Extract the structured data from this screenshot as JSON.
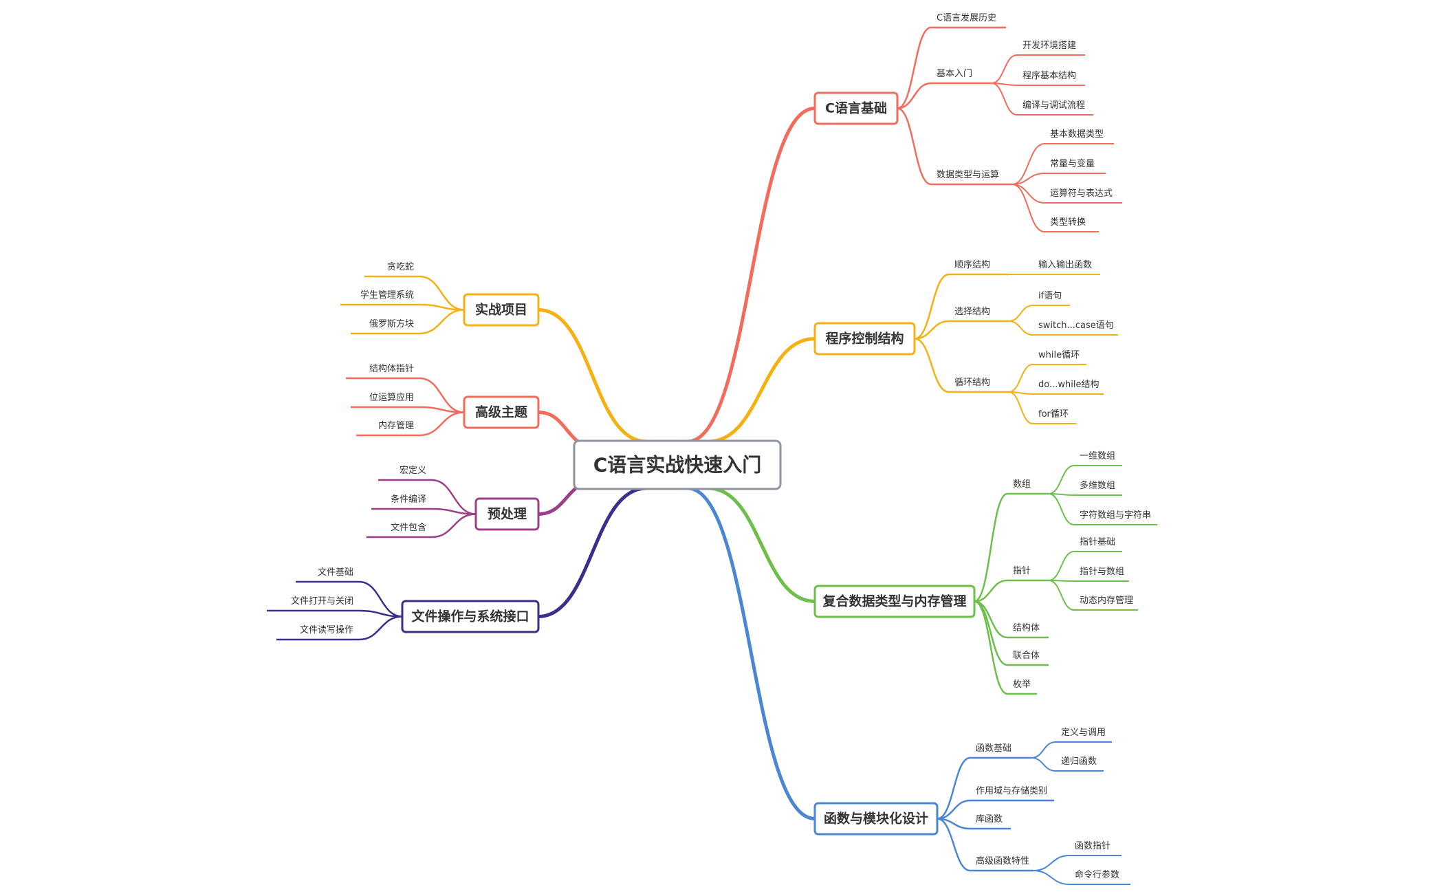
{
  "root": {
    "label": "C语言实战快速入门"
  },
  "branches": [
    {
      "id": "c-basics",
      "label": "C语言基础",
      "color": "#f26b5b",
      "children": [
        {
          "label": "C语言发展历史"
        },
        {
          "label": "基本入门",
          "children": [
            {
              "label": "开发环境搭建"
            },
            {
              "label": "程序基本结构"
            },
            {
              "label": "编译与调试流程"
            }
          ]
        },
        {
          "label": "数据类型与运算",
          "children": [
            {
              "label": "基本数据类型"
            },
            {
              "label": "常量与变量"
            },
            {
              "label": "运算符与表达式"
            },
            {
              "label": "类型转换"
            }
          ]
        }
      ]
    },
    {
      "id": "control-flow",
      "label": "程序控制结构",
      "color": "#f5b011",
      "children": [
        {
          "label": "顺序结构",
          "children": [
            {
              "label": "输入输出函数"
            }
          ]
        },
        {
          "label": "选择结构",
          "children": [
            {
              "label": "if语句"
            },
            {
              "label": "switch...case语句"
            }
          ]
        },
        {
          "label": "循环结构",
          "children": [
            {
              "label": "while循环"
            },
            {
              "label": "do...while结构"
            },
            {
              "label": "for循环"
            }
          ]
        }
      ]
    },
    {
      "id": "compound-types",
      "label": "复合数据类型与内存管理",
      "color": "#6cc04a",
      "children": [
        {
          "label": "数组",
          "children": [
            {
              "label": "一维数组"
            },
            {
              "label": "多维数组"
            },
            {
              "label": "字符数组与字符串"
            }
          ]
        },
        {
          "label": "指针",
          "children": [
            {
              "label": "指针基础"
            },
            {
              "label": "指针与数组"
            },
            {
              "label": "动态内存管理"
            }
          ]
        },
        {
          "label": "结构体"
        },
        {
          "label": "联合体"
        },
        {
          "label": "枚举"
        }
      ]
    },
    {
      "id": "functions",
      "label": "函数与模块化设计",
      "color": "#4a86d4",
      "children": [
        {
          "label": "函数基础",
          "children": [
            {
              "label": "定义与调用"
            },
            {
              "label": "递归函数"
            }
          ]
        },
        {
          "label": "作用域与存储类别"
        },
        {
          "label": "库函数"
        },
        {
          "label": "高级函数特性",
          "children": [
            {
              "label": "函数指针"
            },
            {
              "label": "命令行参数"
            }
          ]
        }
      ]
    },
    {
      "id": "projects",
      "label": "实战项目",
      "color": "#f5b011",
      "children": [
        {
          "label": "贪吃蛇"
        },
        {
          "label": "学生管理系统"
        },
        {
          "label": "俄罗斯方块"
        }
      ]
    },
    {
      "id": "advanced",
      "label": "高级主题",
      "color": "#f26b5b",
      "children": [
        {
          "label": "结构体指针"
        },
        {
          "label": "位运算应用"
        },
        {
          "label": "内存管理"
        }
      ]
    },
    {
      "id": "preprocess",
      "label": "预处理",
      "color": "#9c3f86",
      "children": [
        {
          "label": "宏定义"
        },
        {
          "label": "条件编译"
        },
        {
          "label": "文件包含"
        }
      ]
    },
    {
      "id": "file-ops",
      "label": "文件操作与系统接口",
      "color": "#3a2d8c",
      "children": [
        {
          "label": "文件基础"
        },
        {
          "label": "文件打开与关闭"
        },
        {
          "label": "文件读写操作"
        }
      ]
    }
  ]
}
